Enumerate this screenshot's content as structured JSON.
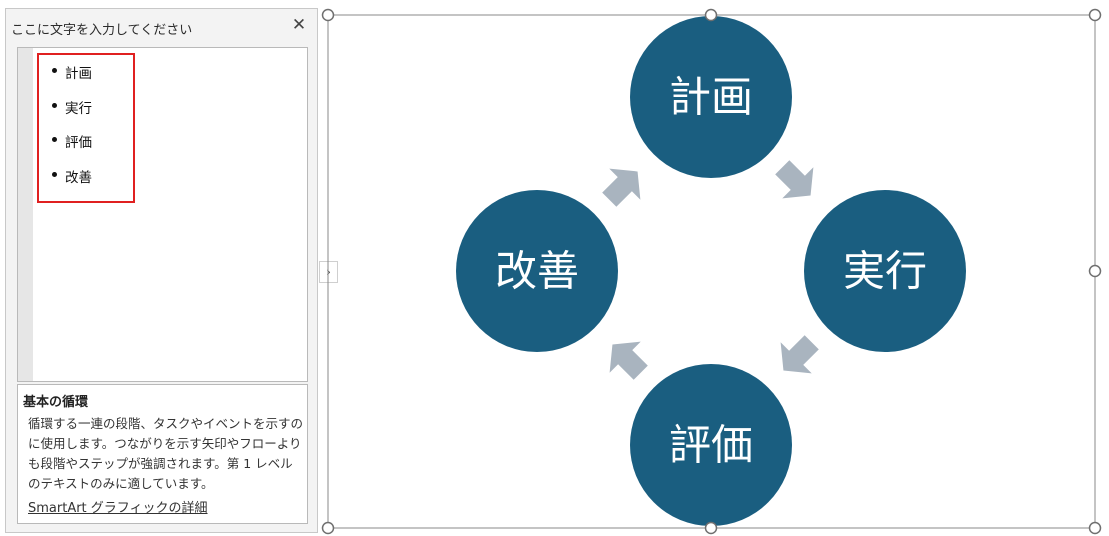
{
  "text_pane": {
    "title": "ここに文字を入力してください",
    "close_glyph": "✕",
    "items": [
      "計画",
      "実行",
      "評価",
      "改善"
    ]
  },
  "layout_info": {
    "title": "基本の循環",
    "description": "循環する一連の段階、タスクやイベントを示すのに使用します。つながりを示す矢印やフローよりも段階やステップが強調されます。第 1 レベルのテキストのみに適しています。",
    "link": "SmartArt グラフィックの詳細"
  },
  "expander_glyph": "›",
  "smartart": {
    "nodes": [
      "計画",
      "実行",
      "評価",
      "改善"
    ],
    "node_color": "#1a5e80",
    "arrow_color": "#a9b4bf"
  }
}
